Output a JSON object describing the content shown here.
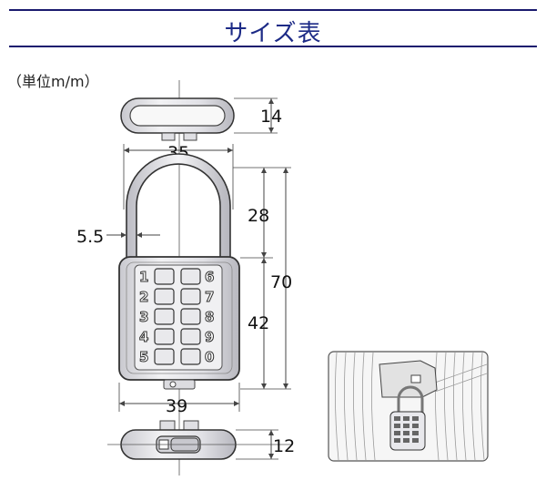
{
  "header": {
    "title": "サイズ表"
  },
  "unit_label": "（単位m/m）",
  "dimensions": {
    "top_depth": "14",
    "shackle_width": "35",
    "shackle_height": "28",
    "shackle_diameter": "5.5",
    "total_height": "70",
    "body_height": "42",
    "body_width": "39",
    "body_depth": "12"
  },
  "keypad": {
    "left_digits": [
      "1",
      "2",
      "3",
      "4",
      "5"
    ],
    "right_digits": [
      "6",
      "7",
      "8",
      "9",
      "0"
    ]
  },
  "colors": {
    "title": "#1c2a86",
    "rule": "#1a1a6e",
    "lock_body": "#e6e6ea"
  }
}
